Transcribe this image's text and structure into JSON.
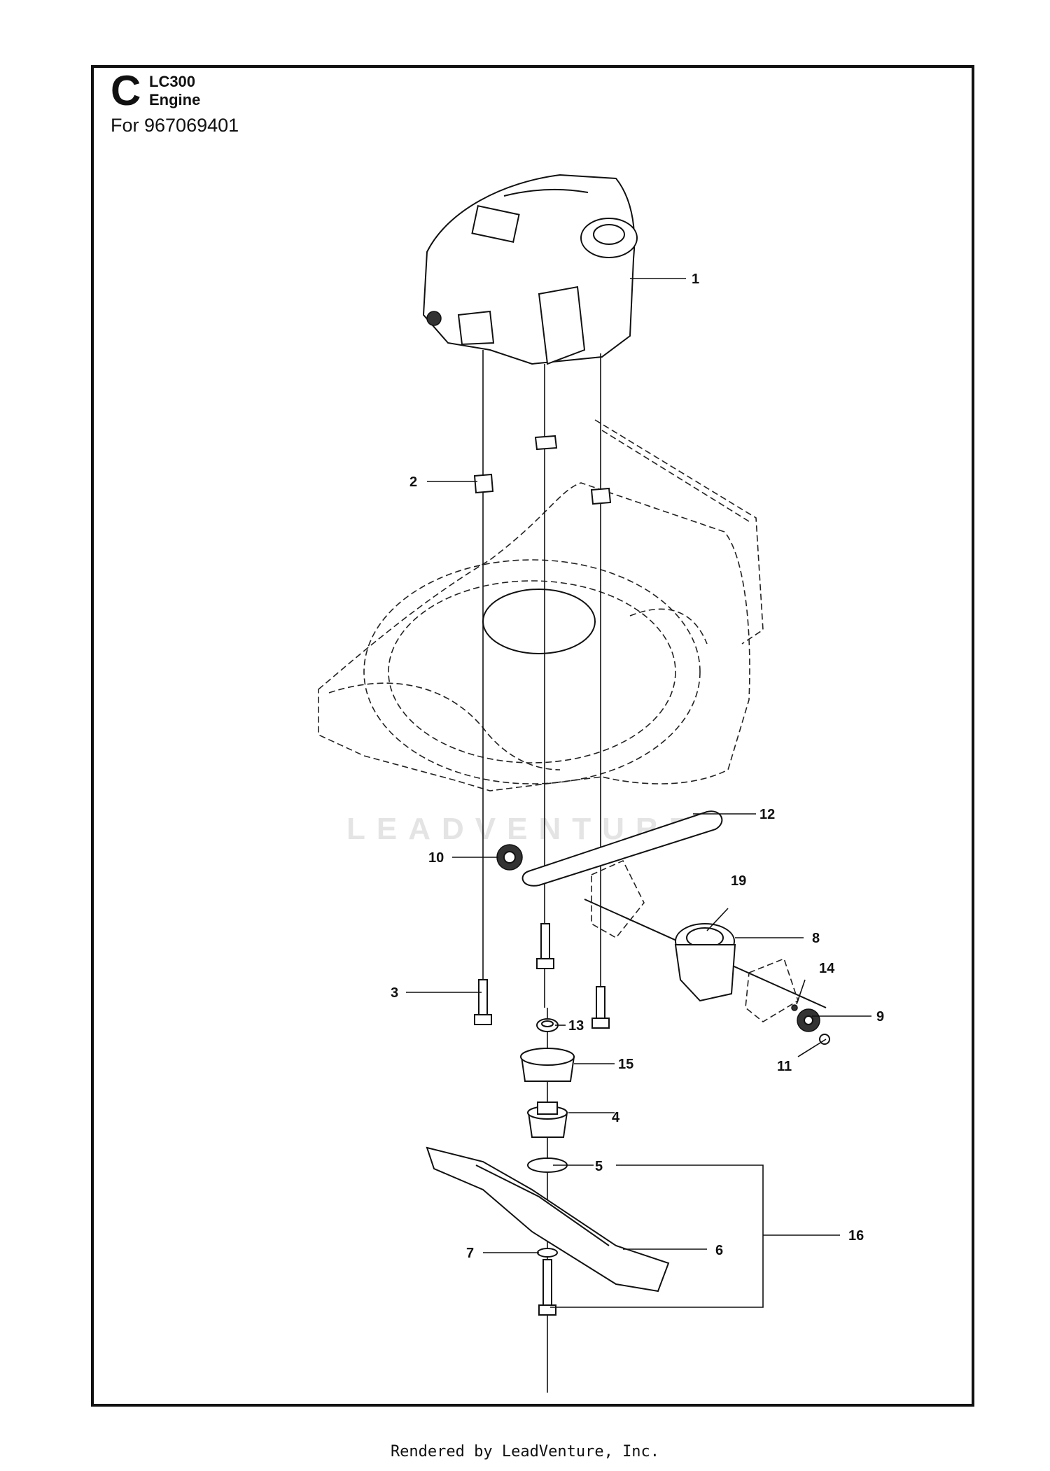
{
  "section": {
    "letter": "C",
    "model": "LC300",
    "name": "Engine",
    "for_line": "For 967069401"
  },
  "watermark": "LEADVENTURE",
  "footer": "Rendered by LeadVenture, Inc.",
  "callouts": [
    {
      "id": "c1",
      "label": "1"
    },
    {
      "id": "c2",
      "label": "2"
    },
    {
      "id": "c3",
      "label": "3"
    },
    {
      "id": "c4",
      "label": "4"
    },
    {
      "id": "c5",
      "label": "5"
    },
    {
      "id": "c6",
      "label": "6"
    },
    {
      "id": "c7",
      "label": "7"
    },
    {
      "id": "c8",
      "label": "8"
    },
    {
      "id": "c9",
      "label": "9"
    },
    {
      "id": "c10",
      "label": "10"
    },
    {
      "id": "c11",
      "label": "11"
    },
    {
      "id": "c12",
      "label": "12"
    },
    {
      "id": "c13",
      "label": "13"
    },
    {
      "id": "c14",
      "label": "14"
    },
    {
      "id": "c15",
      "label": "15"
    },
    {
      "id": "c16",
      "label": "16"
    },
    {
      "id": "c19",
      "label": "19"
    }
  ]
}
